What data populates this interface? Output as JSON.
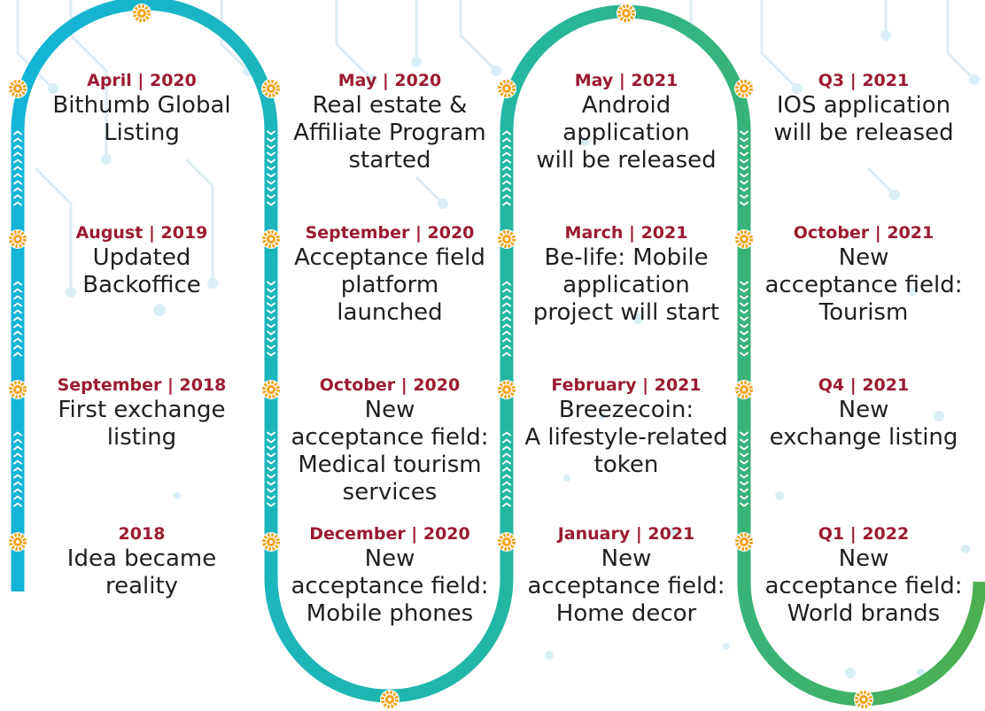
{
  "colors": {
    "date": "#9b1b30",
    "text": "#1f1f1f",
    "track_left": "#14b4d8",
    "track_mid": "#22b7a4",
    "track_right": "#4caf50",
    "node": "#f4a21c",
    "background_accent": "#d9eef7"
  },
  "columns": [
    {
      "direction": "up",
      "milestones": [
        {
          "date": "April | 2020",
          "text": "Bithumb Global\nListing"
        },
        {
          "date": "August | 2019",
          "text": "Updated\nBackoffice"
        },
        {
          "date": "September | 2018",
          "text": "First exchange\nlisting"
        },
        {
          "date": "2018",
          "text": "Idea became\nreality"
        }
      ]
    },
    {
      "direction": "down",
      "milestones": [
        {
          "date": "May | 2020",
          "text": "Real estate &\nAffiliate Program\nstarted"
        },
        {
          "date": "September | 2020",
          "text": "Acceptance field\nplatform\nlaunched"
        },
        {
          "date": "October | 2020",
          "text": "New\nacceptance field:\nMedical tourism\nservices"
        },
        {
          "date": "December | 2020",
          "text": "New\nacceptance field:\nMobile phones"
        }
      ]
    },
    {
      "direction": "up",
      "milestones": [
        {
          "date": "May | 2021",
          "text": "Android\napplication\nwill be released"
        },
        {
          "date": "March | 2021",
          "text": "Be-life: Mobile\napplication\nproject will start"
        },
        {
          "date": "February | 2021",
          "text": "Breezecoin:\nA lifestyle-related\ntoken"
        },
        {
          "date": "January | 2021",
          "text": "New\nacceptance field:\nHome decor"
        }
      ]
    },
    {
      "direction": "down",
      "milestones": [
        {
          "date": "Q3 | 2021",
          "text": "IOS application\nwill be released"
        },
        {
          "date": "October | 2021",
          "text": "New\nacceptance field:\nTourism"
        },
        {
          "date": "Q4 | 2021",
          "text": "New\nexchange listing"
        },
        {
          "date": "Q1 | 2022",
          "text": "New\nacceptance field:\nWorld brands"
        }
      ]
    }
  ]
}
